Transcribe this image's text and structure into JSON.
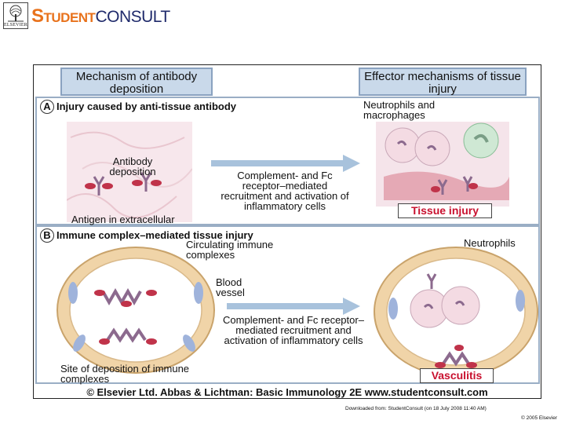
{
  "header": {
    "publisher_logo_text": "ELSEVIER",
    "brand_part1": "Student",
    "brand_part2": "CONSULT"
  },
  "figure": {
    "left_header": "Mechanism of antibody deposition",
    "right_header": "Effector mechanisms of tissue injury",
    "panel_a": {
      "marker": "A",
      "title": "Injury caused by anti-tissue antibody",
      "antibody_label": "Antibody deposition",
      "antigen_label": "Antigen in extracellular matrix",
      "arrow_label": "Complement- and Fc receptor–mediated recruitment and activation of inflammatory cells",
      "cells_label": "Neutrophils and macrophages",
      "outcome": "Tissue injury"
    },
    "panel_b": {
      "marker": "B",
      "title": "Immune complex–mediated tissue injury",
      "circulating_label": "Circulating immune complexes",
      "vessel_label": "Blood vessel",
      "site_label": "Site of deposition of immune complexes",
      "arrow_label": "Complement- and Fc receptor–mediated recruitment and activation of inflammatory cells",
      "cells_label": "Neutrophils",
      "outcome": "Vasculitis"
    },
    "caption": "© Elsevier Ltd. Abbas & Lichtman: Basic Immunology 2E www.studentconsult.com"
  },
  "footer": {
    "line1": "Downloaded from: StudentConsult (on 18 July 2008 11:40 AM)",
    "line2": "© 2005 Elsevier"
  },
  "colors": {
    "brand_orange": "#e8721c",
    "brand_navy": "#1f2a6b",
    "header_fill": "#c9d9ea",
    "outcome_red": "#c8102e",
    "antibody_purple": "#8c6a8e",
    "antigen_red": "#c0334a"
  }
}
